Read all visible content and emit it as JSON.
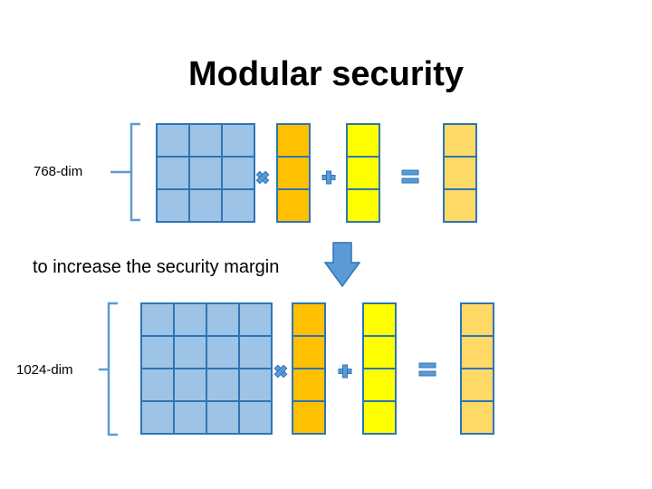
{
  "slide": {
    "title": "Modular security",
    "note": "to increase the security margin"
  },
  "panels": [
    {
      "dim_label": "768-dim",
      "matrix_size": 3
    },
    {
      "dim_label": "1024-dim",
      "matrix_size": 4
    }
  ],
  "colors": {
    "matrix_fill": "#9DC3E6",
    "matrix_stroke": "#2E75B6",
    "vector_orange": "#FFC000",
    "vector_yellow": "#FFFF00",
    "vector_result": "#FFD966",
    "operator_fill": "#5B9BD5",
    "operator_stroke": "#2E75B6",
    "brace": "#5B9BD5"
  }
}
